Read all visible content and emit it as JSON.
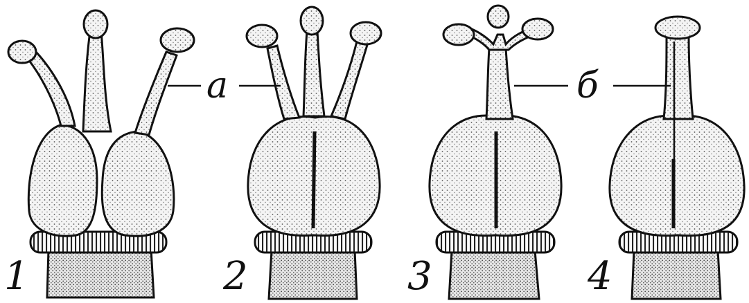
{
  "figure": {
    "panels": [
      {
        "number": "1"
      },
      {
        "number": "2"
      },
      {
        "number": "3"
      },
      {
        "number": "4"
      }
    ],
    "callouts": [
      {
        "letter": "а"
      },
      {
        "letter": "б"
      }
    ],
    "colors": {
      "ink": "#111111",
      "fill": "#f2f2f2",
      "background": "#ffffff"
    }
  }
}
